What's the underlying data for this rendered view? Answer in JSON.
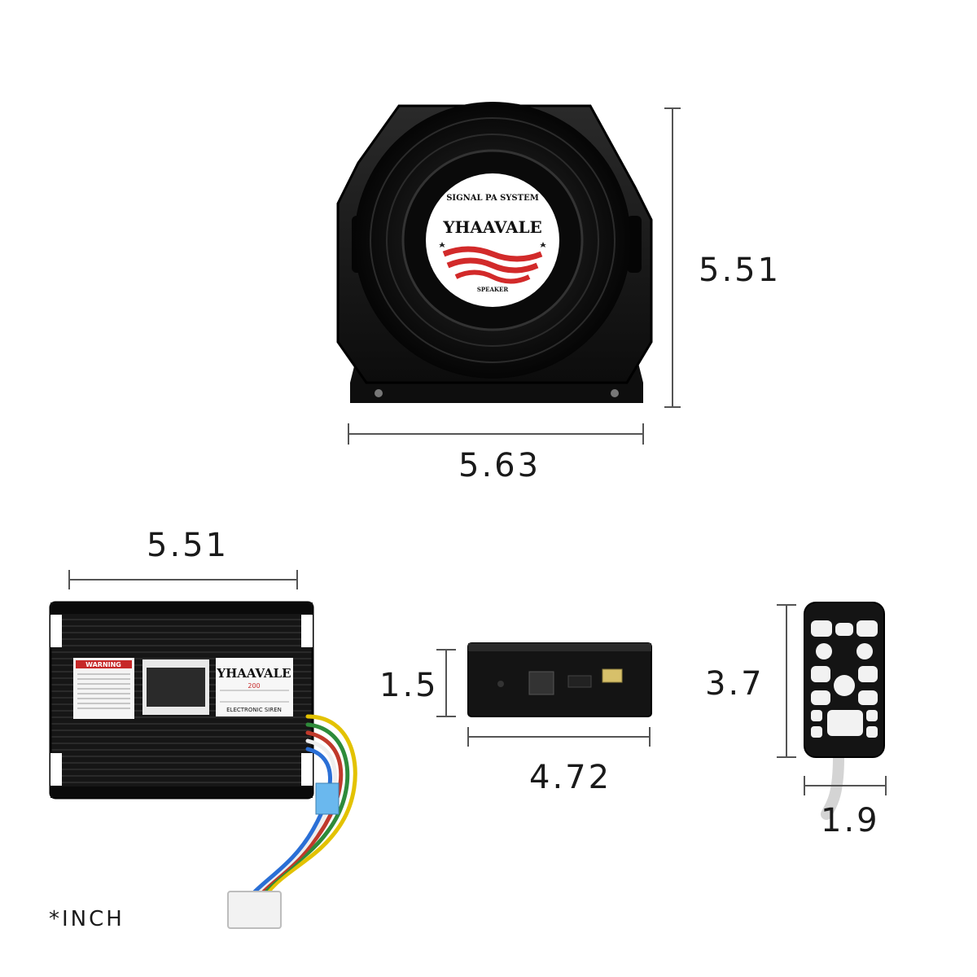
{
  "brand": {
    "name": "YHAAVALE",
    "speaker_ring_top": "SIGNAL PA SYSTEM",
    "speaker_ring_bottom": "SPEAKER",
    "amp_warning": "WARNING",
    "amp_model": "200",
    "amp_subtitle": "ELECTRONIC SIREN"
  },
  "dimensions": {
    "speaker_height": "5.51",
    "speaker_width": "5.63",
    "amp_width": "5.51",
    "amp_side_height": "1.5",
    "amp_side_width": "4.72",
    "remote_height": "3.7",
    "remote_width": "1.9"
  },
  "unit_note": "*INCH",
  "colors": {
    "body": "#141414",
    "stripe": "#d22a2a",
    "dimension_line": "#555555"
  }
}
